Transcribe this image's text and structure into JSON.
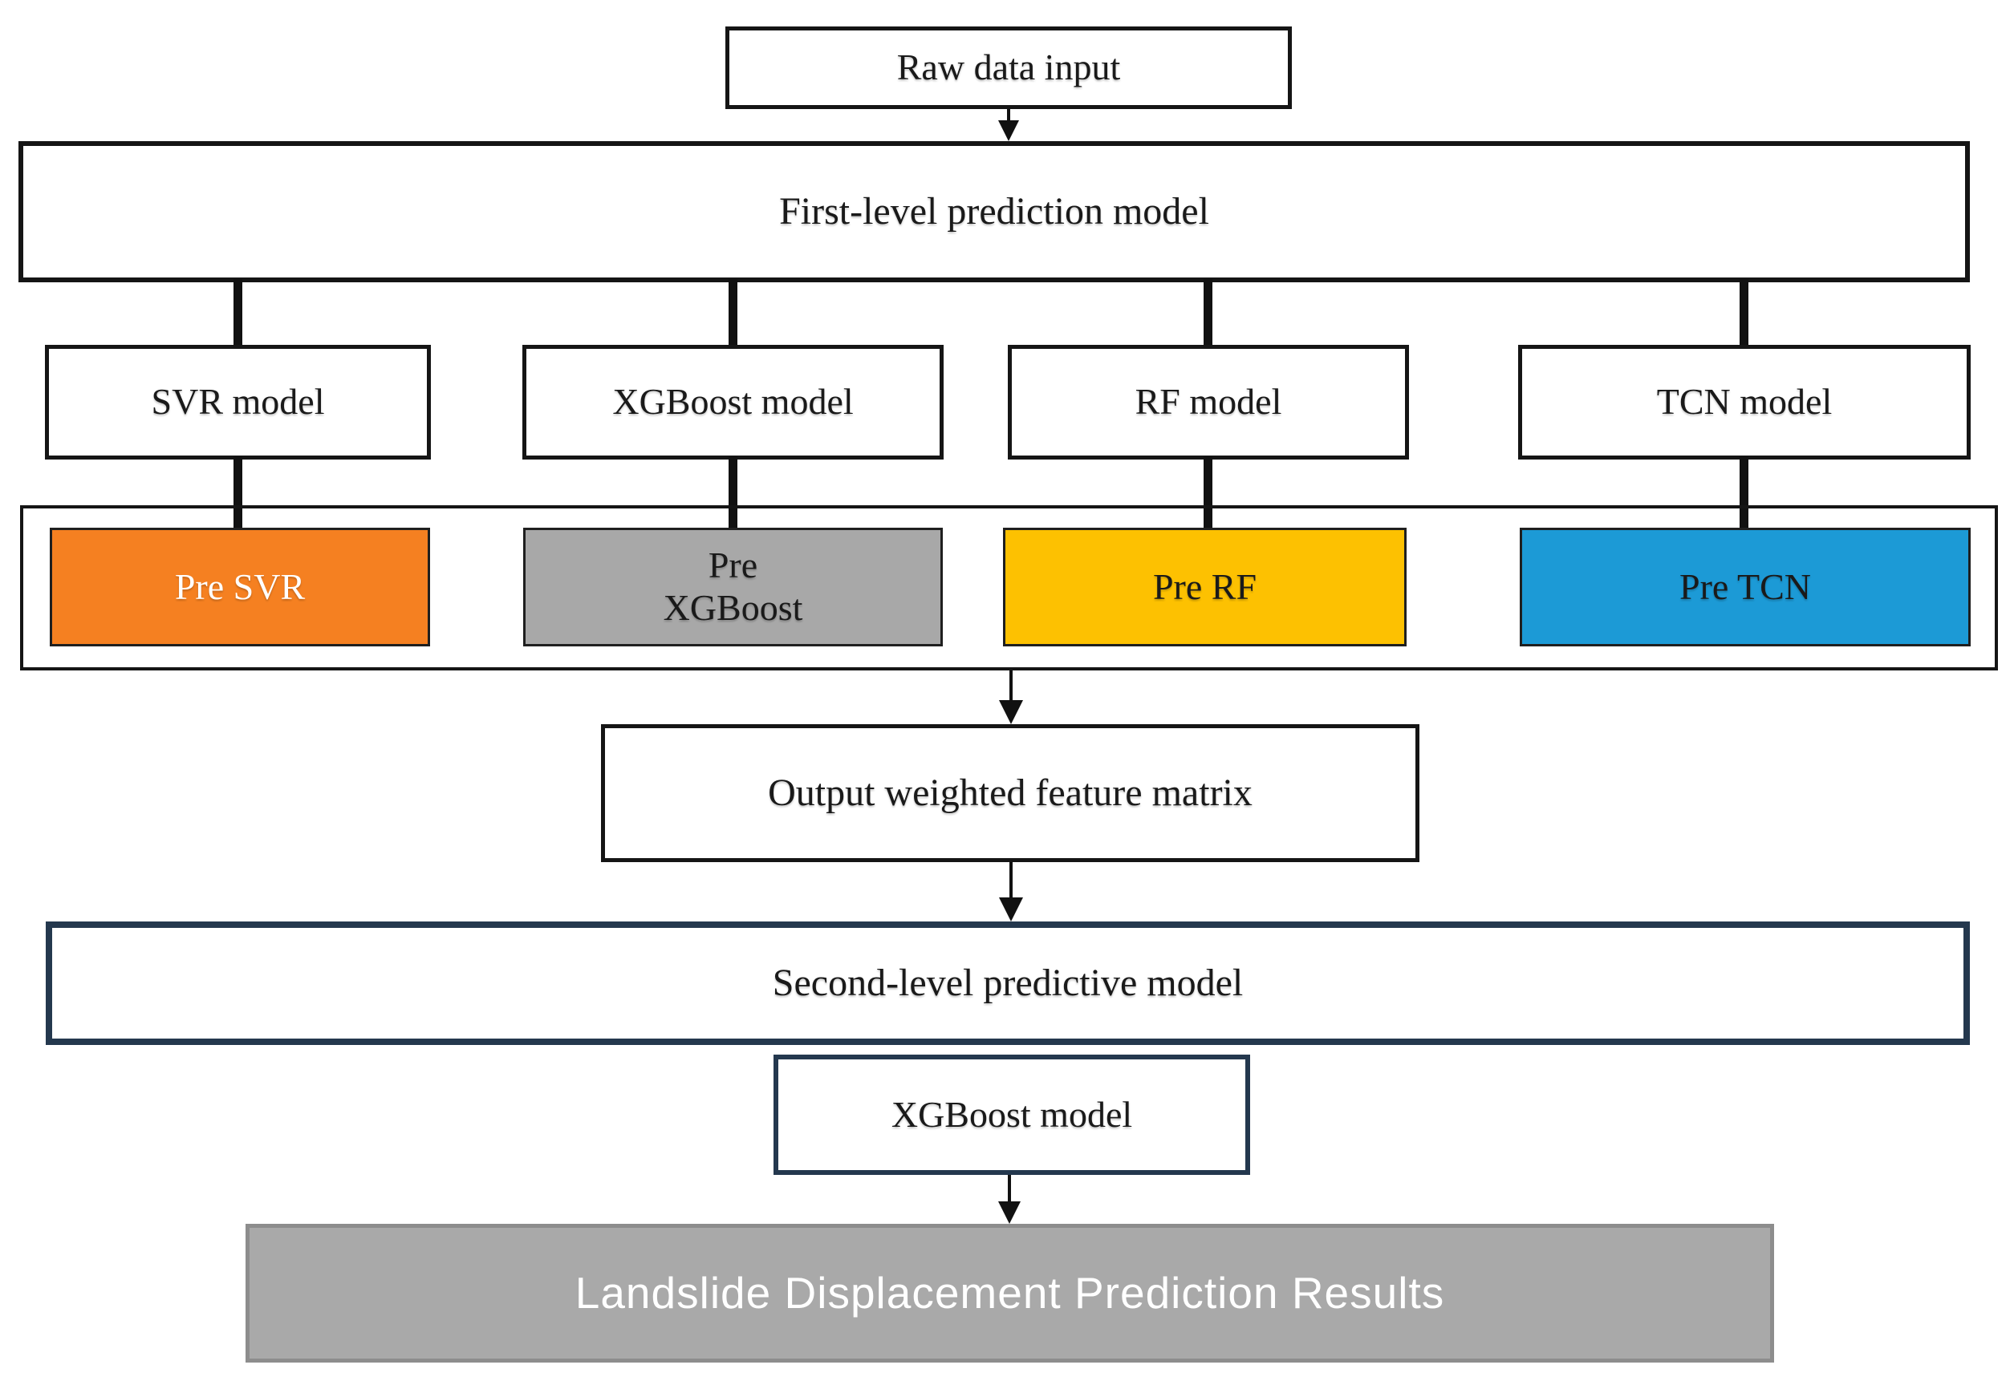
{
  "figure": {
    "background": "#FFFFFF",
    "line_color": "#111111",
    "box_border_color": "#151515",
    "raw_input": {
      "label": "Raw data input"
    },
    "first_level": {
      "label": "First-level prediction model"
    },
    "first_level_models": [
      {
        "label": "SVR model"
      },
      {
        "label": "XGBoost model"
      },
      {
        "label": "RF model"
      },
      {
        "label": "TCN model"
      }
    ],
    "predictions": [
      {
        "label": "Pre SVR",
        "fill": "#F58021",
        "text_color": "#FFFFFF"
      },
      {
        "label": "Pre\nXGBoost",
        "fill": "#A8A8A8",
        "text_color": "#1A1A1A"
      },
      {
        "label": "Pre RF",
        "fill": "#FDC101",
        "text_color": "#1A1A1A"
      },
      {
        "label": "Pre TCN",
        "fill": "#1C9AD6",
        "text_color": "#1A1A1A"
      }
    ],
    "output_matrix": {
      "label": "Output weighted feature matrix"
    },
    "second_level": {
      "label": "Second-level predictive model",
      "border_color": "#24384E"
    },
    "second_level_model": {
      "label": "XGBoost model",
      "border_color": "#24384E"
    },
    "results": {
      "label": "Landslide Displacement Prediction Results",
      "fill": "#A9A9A9",
      "text_color": "#FFFFFF",
      "border_color": "#8D8D8D"
    }
  }
}
